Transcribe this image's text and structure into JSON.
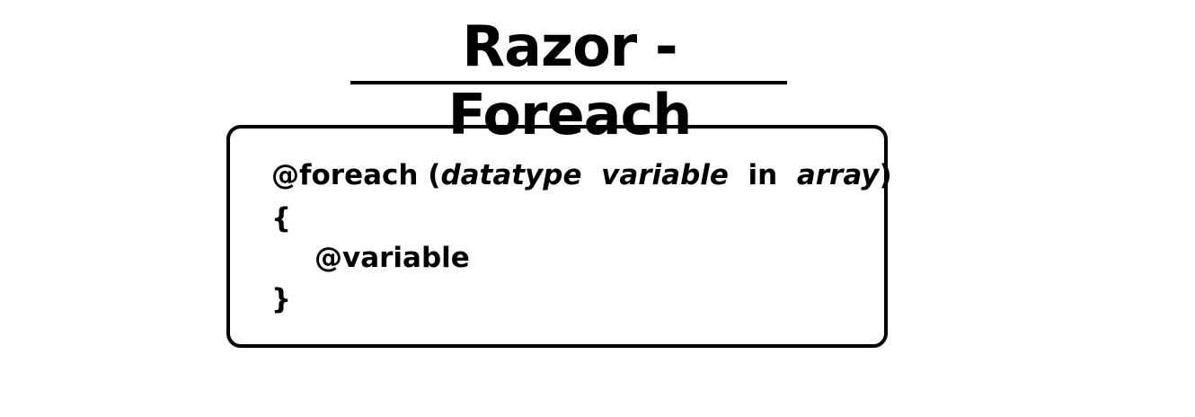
{
  "title": "Razor - Foreach",
  "code": {
    "line1": {
      "keyword": "@foreach",
      "open_paren": "(",
      "datatype": "datatype",
      "variable": "variable",
      "in": "in",
      "array": "array",
      "close_paren": ")"
    },
    "open_brace": "{",
    "body": "@variable",
    "close_brace": "}"
  }
}
